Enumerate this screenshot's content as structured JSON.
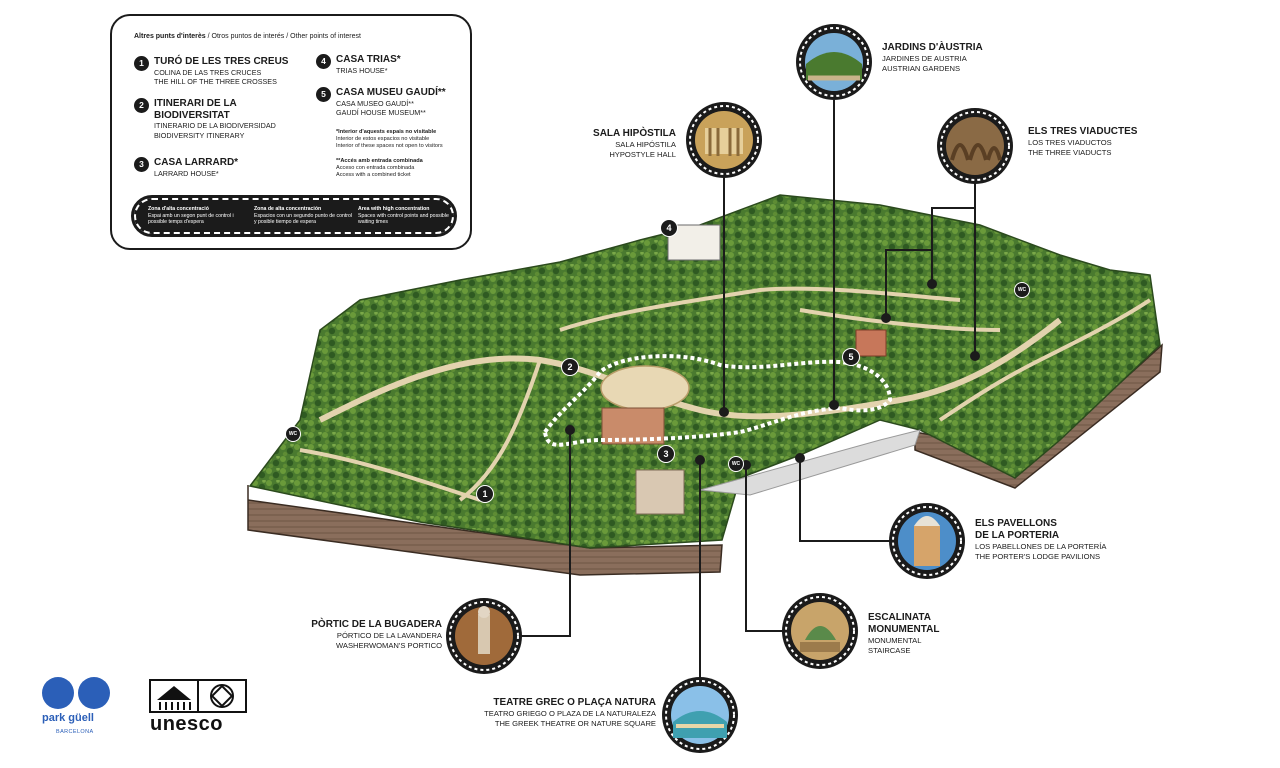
{
  "legend": {
    "title_bold": "Altres punts d'interès",
    "title_rest": " / Otros puntos de interés / Other points of interest",
    "items": [
      {
        "num": "1",
        "title": "TURÓ DE LES TRES CREUS",
        "sub1": "COLINA DE LAS TRES CRUCES",
        "sub2": "THE HILL OF THE THREE CROSSES"
      },
      {
        "num": "2",
        "title": "ITINERARI DE LA BIODIVERSITAT",
        "sub1": "ITINERARIO DE LA BIODIVERSIDAD",
        "sub2": "BIODIVERSITY ITINERARY"
      },
      {
        "num": "3",
        "title": "CASA LARRARD*",
        "sub1": "LARRARD HOUSE*",
        "sub2": ""
      },
      {
        "num": "4",
        "title": "CASA TRIAS*",
        "sub1": "TRIAS HOUSE*",
        "sub2": ""
      },
      {
        "num": "5",
        "title": "CASA MUSEU GAUDÍ**",
        "sub1": "CASA MUSEO GAUDÍ**",
        "sub2": "GAUDÍ HOUSE MUSEUM**"
      }
    ],
    "note1_bold": "*Interior d'aquests espais no visitable",
    "note1_l2": "Interior de estos espacios no visitable",
    "note1_l3": "Interior of these spaces not open to visitors",
    "note2_bold": "**Accés amb entrada combinada",
    "note2_l2": "Acceso con entrada combinada",
    "note2_l3": "Access with a combined ticket",
    "zone": {
      "ca_title": "Zona d'alta concentració",
      "ca_text": "Espai amb un segon punt de control i possible temps d'espera",
      "es_title": "Zona de alta concentración",
      "es_text": "Espacios con un segundo punto de control y posible tiempo de espera",
      "en_title": "Area with high concentration",
      "en_text": "Spaces with control points and possible waiting times"
    }
  },
  "points": {
    "sala_hipostila": {
      "h": "SALA HIPÒSTILA",
      "l1": "SALA HIPÓSTILA",
      "l2": "HYPOSTYLE HALL"
    },
    "jardins_austria": {
      "h": "JARDINS D'ÀUSTRIA",
      "l1": "JARDINES DE AUSTRIA",
      "l2": "AUSTRIAN GARDENS"
    },
    "tres_viaductes": {
      "h": "ELS TRES VIADUCTES",
      "l1": "LOS TRES VIADUCTOS",
      "l2": "THE THREE VIADUCTS"
    },
    "pavellons": {
      "h1": "ELS PAVELLONS",
      "h2": "DE LA PORTERIA",
      "l1": "LOS PABELLONES DE LA PORTERÍA",
      "l2": "THE PORTER'S LODGE PAVILIONS"
    },
    "escalinata": {
      "h1": "ESCALINATA",
      "h2": "MONUMENTAL",
      "l1": "MONUMENTAL",
      "l2": "STAIRCASE"
    },
    "teatre_grec": {
      "h": "TEATRE GREC O PLAÇA NATURA",
      "l1": "TEATRO GRIEGO O PLAZA DE LA NATURALEZA",
      "l2": "THE GREEK THEATRE OR NATURE SQUARE"
    },
    "portic": {
      "h": "PÒRTIC DE LA BUGADERA",
      "l1": "PÓRTICO DE LA LAVANDERA",
      "l2": "WASHERWOMAN'S PORTICO"
    }
  },
  "map_badges": [
    "1",
    "2",
    "3",
    "4",
    "5"
  ],
  "map_symbols": {
    "wc": "WC"
  },
  "logos": {
    "park_name": "park güell",
    "park_city": "BARCELONA",
    "unesco": "unesco"
  },
  "colors": {
    "forest": "#3e6b2a",
    "forest_light": "#6f9a3f",
    "path": "#e3d3ae",
    "earth": "#8a6e5c",
    "ink": "#1b1b1b",
    "brand_blue": "#2b5fb8"
  }
}
